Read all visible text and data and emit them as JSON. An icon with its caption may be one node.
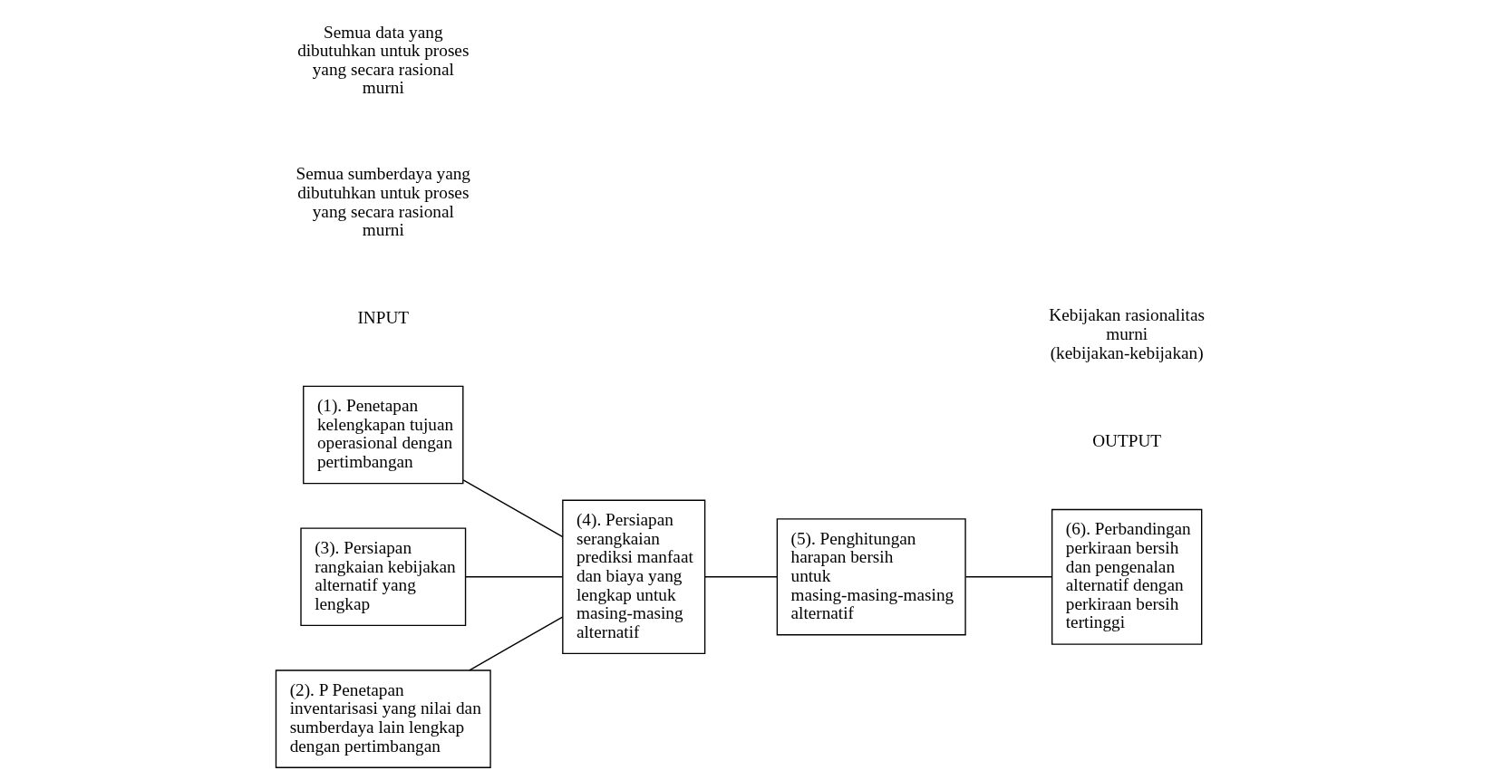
{
  "diagram": {
    "nodes": [
      {
        "text": [
          "(1). Penetapan kelengkapan tujuan operasional dengan pertimbangan"
        ]
      },
      {
        "text": [
          "(3). Persiapan rangkaian kebijakan alternatif yang lengkap"
        ]
      },
      {
        "text": [
          "(2). P Penetapan inventarisasi yang nilai dan sumberdaya lain lengkap dengan pertimbangan"
        ]
      },
      {
        "text": [
          "(4). Persiapan serangkaian prediksi manfaat dan biaya yang lengkap untuk masing-masing alternatif"
        ]
      },
      {
        "text": [
          "(5). Penghitungan harapan bersih untuk masing-masing-masing alternatif"
        ]
      },
      {
        "text": [
          "(6). Perbandingan perkiraan bersih dan pengenalan alternatif dengan perkiraan bersih tertinggi"
        ]
      }
    ],
    "edges": [
      {
        "from": 0,
        "to": 3,
        "arrow": "none"
      },
      {
        "from": 1,
        "to": 3,
        "arrow": "none"
      },
      {
        "from": 2,
        "to": 3,
        "arrow": "none"
      },
      {
        "from": 3,
        "to": 4,
        "arrow": "none"
      },
      {
        "from": 4,
        "to": 5,
        "arrow": "none"
      }
    ],
    "labels": [
      "INPUT",
      "Semua sumberdaya yang dibutuhkan untuk proses yang secara rasional murni",
      "Semua data yang dibutuhkan untuk proses yang secara rasional murni",
      "OUTPUT",
      "Kebijakan rasionalitas murni (kebijakan-kebijakan)"
    ]
  }
}
